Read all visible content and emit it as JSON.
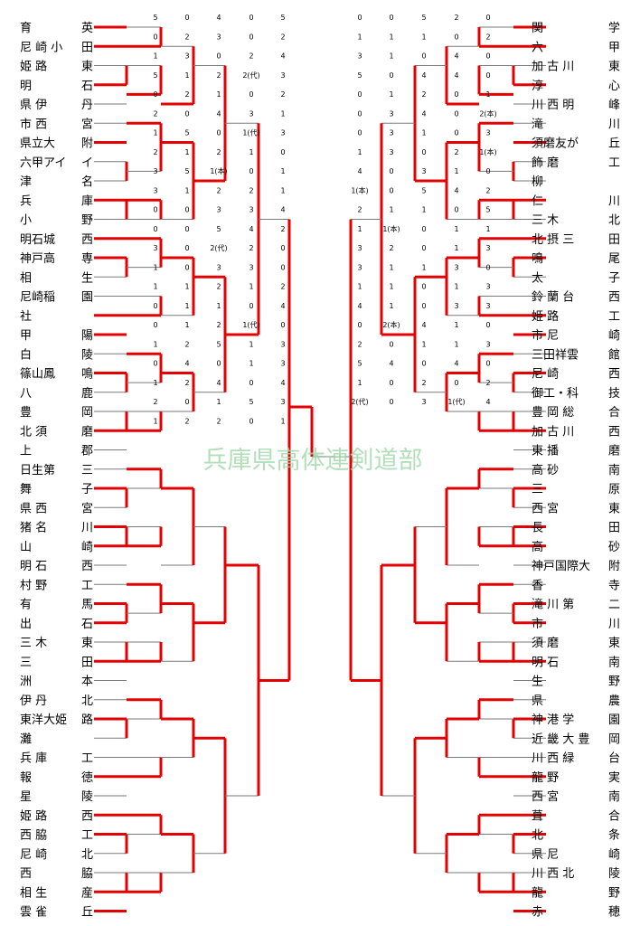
{
  "title": "兵庫県高体連剣道部",
  "left_teams": [
    [
      "育",
      "英"
    ],
    [
      "尼 崎 小",
      "田"
    ],
    [
      "姫 路",
      "東"
    ],
    [
      "明",
      "石"
    ],
    [
      "県 伊",
      "丹"
    ],
    [
      "市 西",
      "宮"
    ],
    [
      "県立大",
      "附"
    ],
    [
      "六甲アイ",
      "イ"
    ],
    [
      "津",
      "名"
    ],
    [
      "兵",
      "庫"
    ],
    [
      "小",
      "野"
    ],
    [
      "明石城",
      "西"
    ],
    [
      "神戸高",
      "専"
    ],
    [
      "相",
      "生"
    ],
    [
      "尼崎稲",
      "園"
    ],
    [
      "社",
      ""
    ],
    [
      "甲",
      "陽"
    ],
    [
      "白",
      "陵"
    ],
    [
      "篠山鳳",
      "鳴"
    ],
    [
      "八",
      "鹿"
    ],
    [
      "豊",
      "岡"
    ],
    [
      "北 須",
      "磨"
    ],
    [
      "上",
      "郡"
    ],
    [
      "日生第",
      "三"
    ],
    [
      "舞",
      "子"
    ],
    [
      "県 西",
      "宮"
    ],
    [
      "猪 名",
      "川"
    ],
    [
      "山",
      "崎"
    ],
    [
      "明 石",
      "西"
    ],
    [
      "村 野",
      "工"
    ],
    [
      "有",
      "馬"
    ],
    [
      "出",
      "石"
    ],
    [
      "三 木",
      "東"
    ],
    [
      "三",
      "田"
    ],
    [
      "洲",
      "本"
    ],
    [
      "伊 丹",
      "北"
    ],
    [
      "東洋大姫",
      "路"
    ],
    [
      "灘",
      ""
    ],
    [
      "兵 庫",
      "工"
    ],
    [
      "報",
      "徳"
    ],
    [
      "星",
      "陵"
    ],
    [
      "姫 路",
      "西"
    ],
    [
      "西 脇",
      "工"
    ],
    [
      "尼 崎",
      "北"
    ],
    [
      "西",
      "脇"
    ],
    [
      "相 生",
      "産"
    ],
    [
      "雲 雀",
      "丘"
    ]
  ],
  "right_teams": [
    [
      "関",
      "学"
    ],
    [
      "六",
      "甲"
    ],
    [
      "加 古 川",
      "東"
    ],
    [
      "淳",
      "心"
    ],
    [
      "川 西 明",
      "峰"
    ],
    [
      "滝",
      "川"
    ],
    [
      "須磨友が",
      "丘"
    ],
    [
      "飾 磨",
      "工"
    ],
    [
      "柳",
      ""
    ],
    [
      "仁",
      "川"
    ],
    [
      "三 木",
      "北"
    ],
    [
      "北 摂 三",
      "田"
    ],
    [
      "鳴",
      "尾"
    ],
    [
      "太",
      "子"
    ],
    [
      "鈴 蘭 台",
      "西"
    ],
    [
      "姫 路",
      "工"
    ],
    [
      "市 尼",
      "崎"
    ],
    [
      "三田祥雲",
      "館"
    ],
    [
      "尼 崎",
      "西"
    ],
    [
      "御工・科",
      "技"
    ],
    [
      "豊 岡 総",
      "合"
    ],
    [
      "加 古 川",
      "西"
    ],
    [
      "東 播",
      "磨"
    ],
    [
      "高 砂",
      "南"
    ],
    [
      "三",
      "原"
    ],
    [
      "西 宮",
      "東"
    ],
    [
      "長",
      "田"
    ],
    [
      "高",
      "砂"
    ],
    [
      "神戸国際大",
      "附"
    ],
    [
      "香",
      "寺"
    ],
    [
      "滝 川 第",
      "二"
    ],
    [
      "市",
      "川"
    ],
    [
      "須 磨",
      "東"
    ],
    [
      "明 石",
      "南"
    ],
    [
      "生",
      "野"
    ],
    [
      "県",
      "農"
    ],
    [
      "神 港 学",
      "園"
    ],
    [
      "近 畿 大 豊",
      "岡"
    ],
    [
      "川 西 緑",
      "台"
    ],
    [
      "龍 野",
      "実"
    ],
    [
      "西 宮",
      "南"
    ],
    [
      "葺",
      "合"
    ],
    [
      "北",
      "条"
    ],
    [
      "県 尼",
      "崎"
    ],
    [
      "川 西 北",
      "陵"
    ],
    [
      "龍",
      "野"
    ],
    [
      "赤",
      "穂"
    ]
  ],
  "scores": [
    "5",
    "0",
    "4",
    "0",
    "5",
    "0",
    "0",
    "5",
    "2",
    "0",
    "0",
    "2",
    "3",
    "0",
    "2",
    "1",
    "1",
    "1",
    "0",
    "2",
    "1",
    "3",
    "0",
    "2",
    "4",
    "3",
    "1",
    "0",
    "4",
    "0",
    "5",
    "1",
    "2",
    "2(代)",
    "3",
    "5",
    "0",
    "4",
    "4",
    "0",
    "0",
    "2",
    "1",
    "0",
    "2",
    "0",
    "1",
    "2",
    "0",
    "1",
    "2",
    "0",
    "4",
    "3",
    "1",
    "0",
    "3",
    "4",
    "0",
    "2(本)",
    "1",
    "5",
    "0",
    "1(代)",
    "3",
    "0",
    "3",
    "1",
    "0",
    "3",
    "2",
    "1",
    "2",
    "1",
    "0",
    "1",
    "3",
    "0",
    "2",
    "1(本)",
    "3",
    "5",
    "1(本)",
    "0",
    "1",
    "4",
    "0",
    "3",
    "1",
    "0",
    "3",
    "1",
    "2",
    "2",
    "1",
    "1(本)",
    "0",
    "5",
    "4",
    "2",
    "0",
    "0",
    "3",
    "3",
    "4",
    "2",
    "1",
    "1",
    "0",
    "5",
    "0",
    "0",
    "5",
    "4",
    "2",
    "1",
    "1(本)",
    "0",
    "1",
    "1",
    "3",
    "0",
    "2(代)",
    "2",
    "0",
    "3",
    "2",
    "0",
    "1",
    "3",
    "1",
    "0",
    "3",
    "3",
    "0",
    "3",
    "1",
    "1",
    "3",
    "0",
    "1",
    "1",
    "2",
    "1",
    "2",
    "1",
    "1",
    "0",
    "1",
    "3",
    "0",
    "1",
    "1",
    "0",
    "4",
    "4",
    "1",
    "0",
    "3",
    "3",
    "0",
    "1",
    "2",
    "1(代)",
    "0",
    "0",
    "2(本)",
    "4",
    "1",
    "0",
    "1",
    "2",
    "5",
    "1",
    "3",
    "2",
    "0",
    "1",
    "1",
    "3",
    "0",
    "4",
    "0",
    "1",
    "3",
    "5",
    "4",
    "0",
    "4",
    "0",
    "1",
    "2",
    "4",
    "0",
    "4",
    "1",
    "0",
    "2",
    "0",
    "2",
    "2",
    "0",
    "1",
    "5",
    "3",
    "2(代)",
    "0",
    "3",
    "1(代)",
    "4",
    "1",
    "2",
    "2",
    "0",
    "1"
  ]
}
